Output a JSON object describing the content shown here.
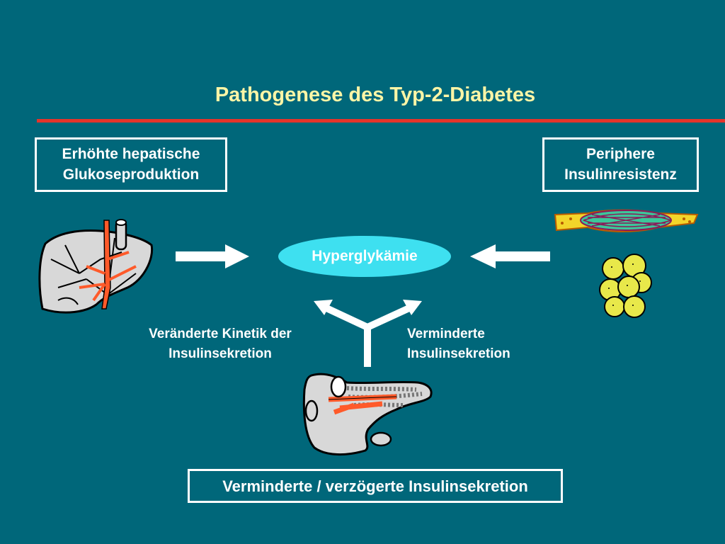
{
  "title": "Pathogenese des Typ-2-Diabetes",
  "boxes": {
    "left": {
      "line1": "Erhöhte hepatische",
      "line2": "Glukoseproduktion"
    },
    "right": {
      "line1": "Periphere",
      "line2": "Insulinresistenz"
    },
    "bottom": "Verminderte / verzögerte Insulinsekretion"
  },
  "center": "Hyperglykämie",
  "captions": {
    "left": {
      "line1": "Veränderte Kinetik der",
      "line2": "Insulinsekretion"
    },
    "right": {
      "line1": "Verminderte",
      "line2": "Insulinsekretion"
    }
  },
  "colors": {
    "background": "#00677a",
    "title": "#fff5a6",
    "rule": "#e5342b",
    "ellipse": "#3ee0f0",
    "organ_fill": "#d8d8d8",
    "vessels": "#ff5a2a",
    "fat_cells": "#e8e84a"
  },
  "icons": [
    "liver-illustration",
    "muscle-fiber-illustration",
    "fat-cells-illustration",
    "pancreas-illustration"
  ]
}
